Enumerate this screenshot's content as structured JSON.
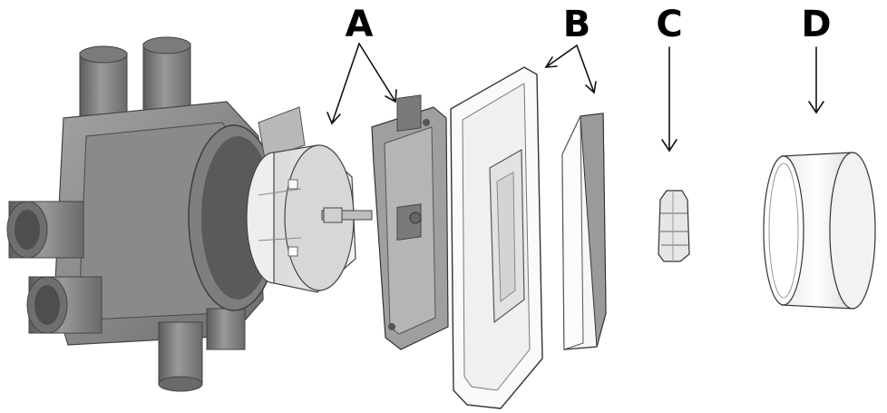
{
  "callouts": {
    "a": "A",
    "b": "B",
    "c": "C",
    "d": "D"
  },
  "colors": {
    "box_dark": "#6f6f6f",
    "box_mid": "#8c8c8c",
    "box_light": "#a9a9a9",
    "box_shadow": "#555555",
    "frame_face": "#f6f6f6",
    "outline": "#333333",
    "arrow": "#111111"
  }
}
